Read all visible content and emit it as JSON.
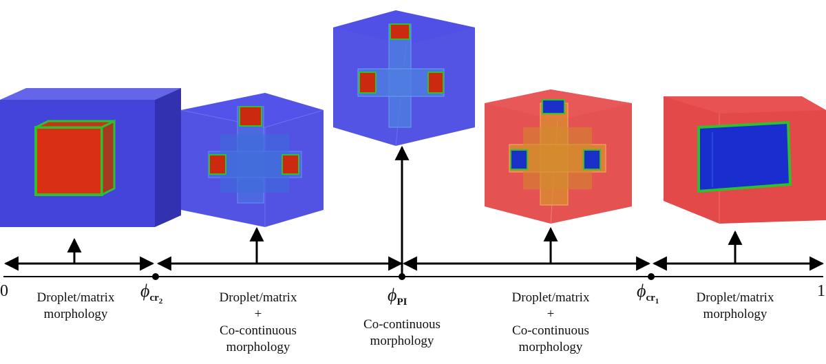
{
  "axis": {
    "start": "0",
    "end": "1"
  },
  "critical_points": {
    "cr2": {
      "symbol": "ϕ",
      "sub": "cr",
      "subsub": "2"
    },
    "pi": {
      "symbol": "ϕ",
      "sub": "PI"
    },
    "cr1": {
      "symbol": "ϕ",
      "sub": "cr",
      "subsub": "1"
    }
  },
  "regions": [
    {
      "line1": "Droplet/matrix",
      "line2": "morphology"
    },
    {
      "line1": "Droplet/matrix",
      "line2": "+",
      "line3": "Co-continuous",
      "line4": "morphology"
    },
    {
      "line1": "Co-continuous",
      "line2": "morphology"
    },
    {
      "line1": "Droplet/matrix",
      "line2": "+",
      "line3": "Co-continuous",
      "line4": "morphology"
    },
    {
      "line1": "Droplet/matrix",
      "line2": "morphology"
    }
  ],
  "colors": {
    "blue_phase": "#2323d8",
    "red_phase": "#e02020",
    "interface": "#2fbf2f"
  }
}
